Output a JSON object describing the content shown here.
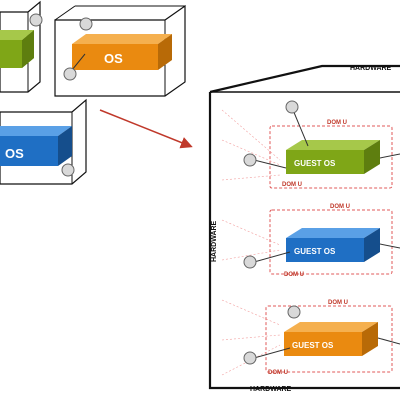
{
  "left_boxes": [
    {
      "guest_label": "",
      "color": "#7fa617",
      "badge": ""
    },
    {
      "guest_label": "OS",
      "color": "#ea8a10",
      "badge": ""
    },
    {
      "guest_label": "OS",
      "color": "#1f6fc4",
      "badge": ""
    }
  ],
  "big_box": {
    "hardware_top": "HARDWARE",
    "hardware_left": "HARDWARE",
    "hardware_bottom": "HARDWARE",
    "vms": [
      {
        "guest_label": "GUEST OS",
        "color": "#7fa617",
        "dom_u_top": "DOM U",
        "dom_u_bottom": "DOM U"
      },
      {
        "guest_label": "GUEST OS",
        "color": "#1f6fc4",
        "dom_u_top": "DOM U",
        "dom_u_bottom": "DOM U"
      },
      {
        "guest_label": "GUEST OS",
        "color": "#ea8a10",
        "dom_u_top": "DOM U",
        "dom_u_bottom": "DOM U"
      }
    ]
  },
  "colors": {
    "frame": "#111111",
    "dashed": "#e05a5a",
    "badge_fill": "#d9d9d9",
    "badge_stroke": "#666666",
    "arrow": "#c0392b"
  }
}
